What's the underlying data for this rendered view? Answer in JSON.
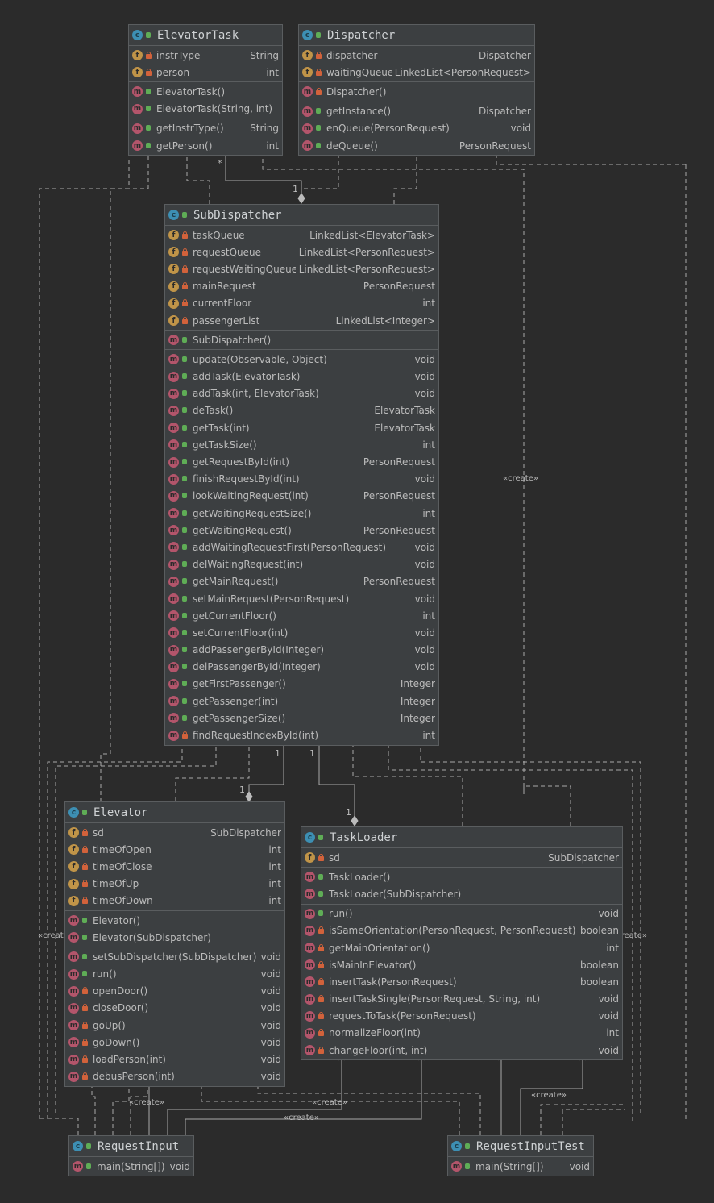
{
  "classes": {
    "elevator_task": {
      "name": "ElevatorTask",
      "fields": [
        {
          "name": "instrType",
          "type": "String",
          "icon": "f",
          "vis": "private"
        },
        {
          "name": "person",
          "type": "int",
          "icon": "f",
          "vis": "private"
        }
      ],
      "constructors": [
        {
          "name": "ElevatorTask()",
          "type": "",
          "icon": "m",
          "vis": "public"
        },
        {
          "name": "ElevatorTask(String, int)",
          "type": "",
          "icon": "m",
          "vis": "public"
        }
      ],
      "methods": [
        {
          "name": "getInstrType()",
          "type": "String",
          "icon": "m",
          "vis": "public"
        },
        {
          "name": "getPerson()",
          "type": "int",
          "icon": "m",
          "vis": "public"
        }
      ]
    },
    "dispatcher": {
      "name": "Dispatcher",
      "fields": [
        {
          "name": "dispatcher",
          "type": "Dispatcher",
          "icon": "f",
          "vis": "private"
        },
        {
          "name": "waitingQueue",
          "type": "LinkedList<PersonRequest>",
          "icon": "f",
          "vis": "private"
        }
      ],
      "constructors": [
        {
          "name": "Dispatcher()",
          "type": "",
          "icon": "m",
          "vis": "private"
        }
      ],
      "methods": [
        {
          "name": "getInstance()",
          "type": "Dispatcher",
          "icon": "m",
          "vis": "public"
        },
        {
          "name": "enQueue(PersonRequest)",
          "type": "void",
          "icon": "m",
          "vis": "public"
        },
        {
          "name": "deQueue()",
          "type": "PersonRequest",
          "icon": "m",
          "vis": "public"
        }
      ]
    },
    "sub_dispatcher": {
      "name": "SubDispatcher",
      "fields": [
        {
          "name": "taskQueue",
          "type": "LinkedList<ElevatorTask>",
          "icon": "f",
          "vis": "private"
        },
        {
          "name": "requestQueue",
          "type": "LinkedList<PersonRequest>",
          "icon": "f",
          "vis": "private"
        },
        {
          "name": "requestWaitingQueue",
          "type": "LinkedList<PersonRequest>",
          "icon": "f",
          "vis": "private"
        },
        {
          "name": "mainRequest",
          "type": "PersonRequest",
          "icon": "f",
          "vis": "private"
        },
        {
          "name": "currentFloor",
          "type": "int",
          "icon": "f",
          "vis": "private"
        },
        {
          "name": "passengerList",
          "type": "LinkedList<Integer>",
          "icon": "f",
          "vis": "private"
        }
      ],
      "constructors": [
        {
          "name": "SubDispatcher()",
          "type": "",
          "icon": "m",
          "vis": "public"
        }
      ],
      "methods": [
        {
          "name": "update(Observable, Object)",
          "type": "void",
          "icon": "m",
          "vis": "public"
        },
        {
          "name": "addTask(ElevatorTask)",
          "type": "void",
          "icon": "m",
          "vis": "public"
        },
        {
          "name": "addTask(int, ElevatorTask)",
          "type": "void",
          "icon": "m",
          "vis": "public"
        },
        {
          "name": "deTask()",
          "type": "ElevatorTask",
          "icon": "m",
          "vis": "public"
        },
        {
          "name": "getTask(int)",
          "type": "ElevatorTask",
          "icon": "m",
          "vis": "public"
        },
        {
          "name": "getTaskSize()",
          "type": "int",
          "icon": "m",
          "vis": "public"
        },
        {
          "name": "getRequestById(int)",
          "type": "PersonRequest",
          "icon": "m",
          "vis": "public"
        },
        {
          "name": "finishRequestById(int)",
          "type": "void",
          "icon": "m",
          "vis": "public"
        },
        {
          "name": "lookWaitingRequest(int)",
          "type": "PersonRequest",
          "icon": "m",
          "vis": "public"
        },
        {
          "name": "getWaitingRequestSize()",
          "type": "int",
          "icon": "m",
          "vis": "public"
        },
        {
          "name": "getWaitingRequest()",
          "type": "PersonRequest",
          "icon": "m",
          "vis": "public"
        },
        {
          "name": "addWaitingRequestFirst(PersonRequest)",
          "type": "void",
          "icon": "m",
          "vis": "public"
        },
        {
          "name": "delWaitingRequest(int)",
          "type": "void",
          "icon": "m",
          "vis": "public"
        },
        {
          "name": "getMainRequest()",
          "type": "PersonRequest",
          "icon": "m",
          "vis": "public"
        },
        {
          "name": "setMainRequest(PersonRequest)",
          "type": "void",
          "icon": "m",
          "vis": "public"
        },
        {
          "name": "getCurrentFloor()",
          "type": "int",
          "icon": "m",
          "vis": "public"
        },
        {
          "name": "setCurrentFloor(int)",
          "type": "void",
          "icon": "m",
          "vis": "public"
        },
        {
          "name": "addPassengerById(Integer)",
          "type": "void",
          "icon": "m",
          "vis": "public"
        },
        {
          "name": "delPassengerById(Integer)",
          "type": "void",
          "icon": "m",
          "vis": "public"
        },
        {
          "name": "getFirstPassenger()",
          "type": "Integer",
          "icon": "m",
          "vis": "public"
        },
        {
          "name": "getPassenger(int)",
          "type": "Integer",
          "icon": "m",
          "vis": "public"
        },
        {
          "name": "getPassengerSize()",
          "type": "Integer",
          "icon": "m",
          "vis": "public"
        },
        {
          "name": "findRequestIndexById(int)",
          "type": "int",
          "icon": "m",
          "vis": "private"
        }
      ]
    },
    "elevator": {
      "name": "Elevator",
      "fields": [
        {
          "name": "sd",
          "type": "SubDispatcher",
          "icon": "f",
          "vis": "private"
        },
        {
          "name": "timeOfOpen",
          "type": "int",
          "icon": "f",
          "vis": "private"
        },
        {
          "name": "timeOfClose",
          "type": "int",
          "icon": "f",
          "vis": "private"
        },
        {
          "name": "timeOfUp",
          "type": "int",
          "icon": "f",
          "vis": "private"
        },
        {
          "name": "timeOfDown",
          "type": "int",
          "icon": "f",
          "vis": "private"
        }
      ],
      "constructors": [
        {
          "name": "Elevator()",
          "type": "",
          "icon": "m",
          "vis": "public"
        },
        {
          "name": "Elevator(SubDispatcher)",
          "type": "",
          "icon": "m",
          "vis": "public"
        }
      ],
      "methods": [
        {
          "name": "setSubDispatcher(SubDispatcher)",
          "type": "void",
          "icon": "m",
          "vis": "public"
        },
        {
          "name": "run()",
          "type": "void",
          "icon": "m",
          "vis": "public"
        },
        {
          "name": "openDoor()",
          "type": "void",
          "icon": "m",
          "vis": "private"
        },
        {
          "name": "closeDoor()",
          "type": "void",
          "icon": "m",
          "vis": "private"
        },
        {
          "name": "goUp()",
          "type": "void",
          "icon": "m",
          "vis": "private"
        },
        {
          "name": "goDown()",
          "type": "void",
          "icon": "m",
          "vis": "private"
        },
        {
          "name": "loadPerson(int)",
          "type": "void",
          "icon": "m",
          "vis": "private"
        },
        {
          "name": "debusPerson(int)",
          "type": "void",
          "icon": "m",
          "vis": "private"
        }
      ]
    },
    "task_loader": {
      "name": "TaskLoader",
      "fields": [
        {
          "name": "sd",
          "type": "SubDispatcher",
          "icon": "f",
          "vis": "private"
        }
      ],
      "constructors": [
        {
          "name": "TaskLoader()",
          "type": "",
          "icon": "m",
          "vis": "public"
        },
        {
          "name": "TaskLoader(SubDispatcher)",
          "type": "",
          "icon": "m",
          "vis": "public"
        }
      ],
      "methods": [
        {
          "name": "run()",
          "type": "void",
          "icon": "m",
          "vis": "public"
        },
        {
          "name": "isSameOrientation(PersonRequest, PersonRequest)",
          "type": "boolean",
          "icon": "m",
          "vis": "private"
        },
        {
          "name": "getMainOrientation()",
          "type": "int",
          "icon": "m",
          "vis": "private"
        },
        {
          "name": "isMainInElevator()",
          "type": "boolean",
          "icon": "m",
          "vis": "private"
        },
        {
          "name": "insertTask(PersonRequest)",
          "type": "boolean",
          "icon": "m",
          "vis": "private"
        },
        {
          "name": "insertTaskSingle(PersonRequest, String, int)",
          "type": "void",
          "icon": "m",
          "vis": "private"
        },
        {
          "name": "requestToTask(PersonRequest)",
          "type": "void",
          "icon": "m",
          "vis": "private"
        },
        {
          "name": "normalizeFloor(int)",
          "type": "int",
          "icon": "m",
          "vis": "private"
        },
        {
          "name": "changeFloor(int, int)",
          "type": "void",
          "icon": "m",
          "vis": "private"
        }
      ]
    },
    "request_input": {
      "name": "RequestInput",
      "fields": [],
      "constructors": [],
      "methods": [
        {
          "name": "main(String[])",
          "type": "void",
          "icon": "m",
          "vis": "public"
        }
      ]
    },
    "request_input_test": {
      "name": "RequestInputTest",
      "fields": [],
      "constructors": [],
      "methods": [
        {
          "name": "main(String[])",
          "type": "void",
          "icon": "m",
          "vis": "public"
        }
      ]
    }
  },
  "labels": {
    "create": "«create»",
    "mult_one": "1",
    "mult_many": "*"
  },
  "colors": {
    "line": "#a9a9a9",
    "class_icon": "#3d8fb3",
    "field_icon": "#c09448",
    "method_icon": "#b3556b",
    "public_lock": "#5fad56",
    "private_lock": "#d2623b"
  }
}
